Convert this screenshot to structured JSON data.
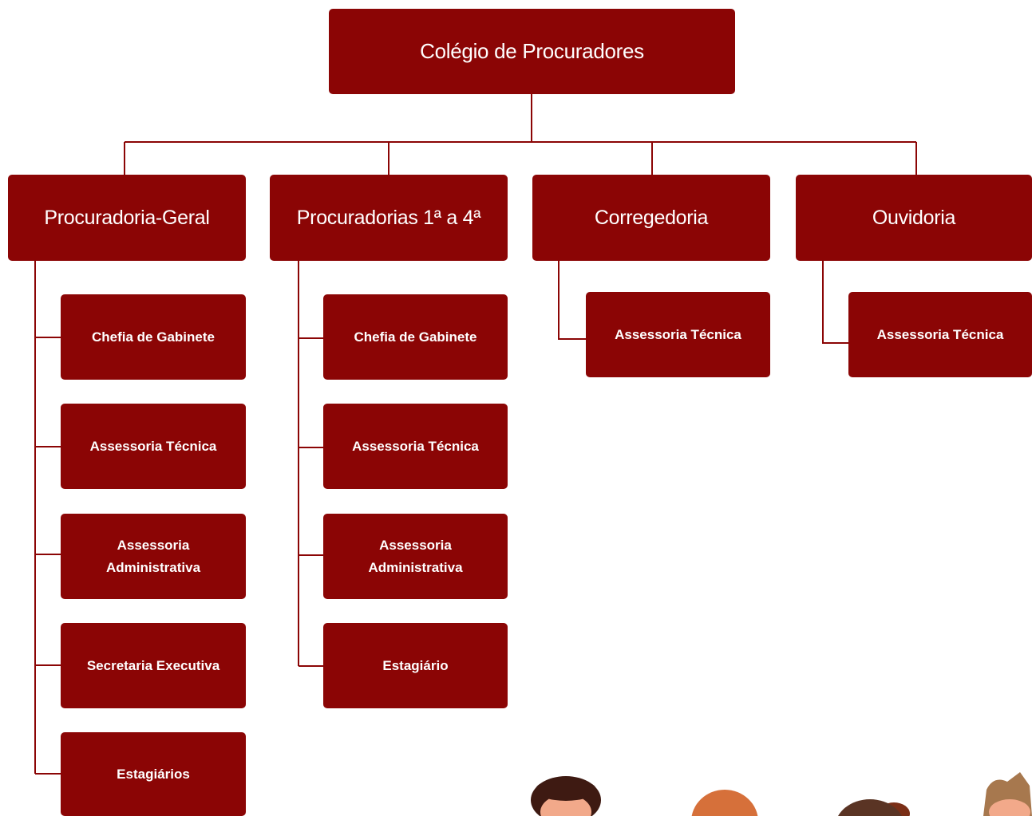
{
  "chart_root": {
    "label": "Colégio de Procuradores"
  },
  "branches": [
    {
      "label": "Procuradoria-Geral",
      "children": [
        "Chefia de Gabinete",
        "Assessoria Técnica",
        "Assessoria Administrativa",
        "Secretaria Executiva",
        "Estagiários"
      ]
    },
    {
      "label": "Procuradorias 1ª a 4ª",
      "children": [
        "Chefia de Gabinete",
        "Assessoria Técnica",
        "Assessoria Administrativa",
        "Estagiário"
      ]
    },
    {
      "label": "Corregedoria",
      "children": [
        "Assessoria Técnica"
      ]
    },
    {
      "label": "Ouvidoria",
      "children": [
        "Assessoria Técnica"
      ]
    }
  ],
  "colors": {
    "box": "#8b0505",
    "line": "#8b0505",
    "text": "#ffffff"
  },
  "decoration": {
    "people_illustration": "people-figures"
  }
}
